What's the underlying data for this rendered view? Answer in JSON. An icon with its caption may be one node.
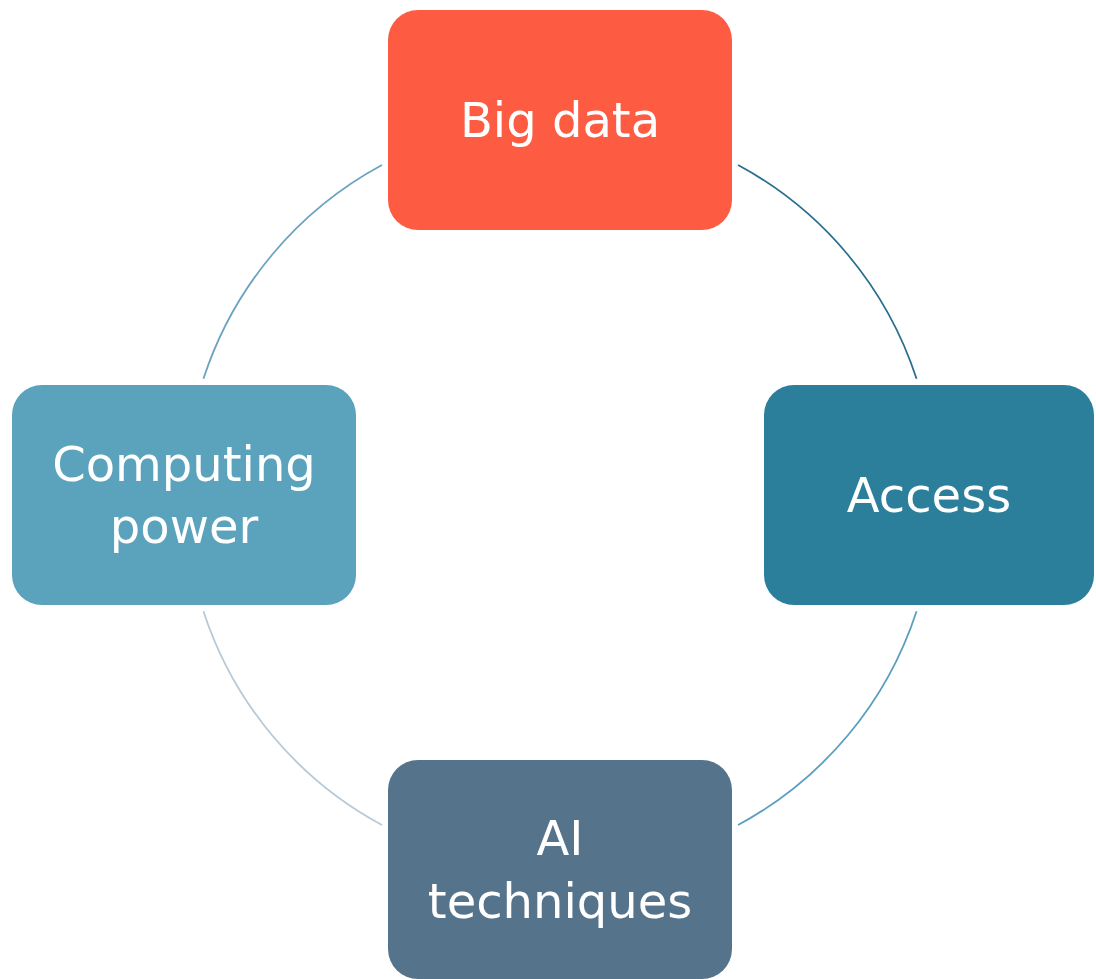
{
  "diagram": {
    "nodes": [
      {
        "text": [
          "Big data"
        ]
      },
      {
        "text": [
          "Computing power"
        ]
      },
      {
        "text": [
          "Access"
        ]
      },
      {
        "text": [
          "AI techniques"
        ]
      }
    ],
    "edges": [
      {
        "from": 0,
        "to": 2,
        "arrow": "none",
        "color": "#2b6f8f"
      },
      {
        "from": 2,
        "to": 3,
        "arrow": "none",
        "color": "#5b9ec0"
      },
      {
        "from": 3,
        "to": 1,
        "arrow": "none",
        "color": "#b8c9d6"
      },
      {
        "from": 1,
        "to": 0,
        "arrow": "none",
        "color": "#6ea3c0"
      }
    ]
  }
}
